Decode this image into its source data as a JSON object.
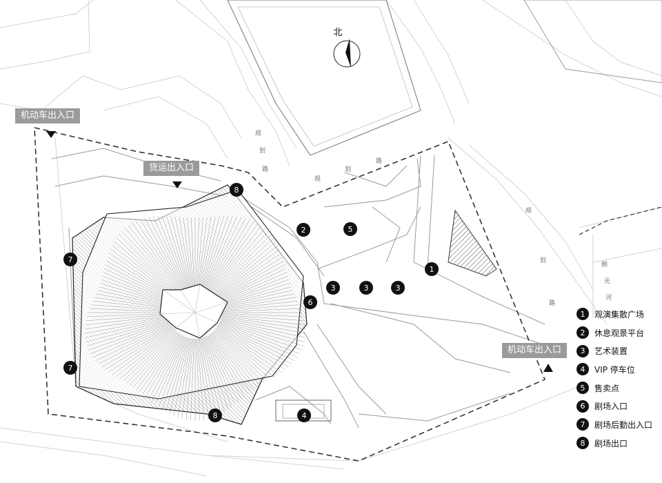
{
  "north_label": "北",
  "gates": [
    {
      "id": "vehicle-gate-nw",
      "label": "机动车出入口"
    },
    {
      "id": "freight-gate",
      "label": "货运出入口"
    },
    {
      "id": "vehicle-gate-se",
      "label": "机动车出入口"
    }
  ],
  "road_labels": [
    "规",
    "划",
    "路",
    "规",
    "划",
    "路",
    "规",
    "划",
    "路",
    "朗",
    "光",
    "河"
  ],
  "markers": [
    "8",
    "2",
    "5",
    "7",
    "1",
    "3",
    "3",
    "3",
    "6",
    "7",
    "8",
    "4"
  ],
  "legend": [
    {
      "num": "1",
      "text": "观演集散广场"
    },
    {
      "num": "2",
      "text": "休息观景平台"
    },
    {
      "num": "3",
      "text": "艺术装置"
    },
    {
      "num": "4",
      "text": "VIP 停车位"
    },
    {
      "num": "5",
      "text": "售卖点"
    },
    {
      "num": "6",
      "text": "剧场入口"
    },
    {
      "num": "7",
      "text": "剧场后勤出入口"
    },
    {
      "num": "8",
      "text": "剧场出口"
    }
  ]
}
